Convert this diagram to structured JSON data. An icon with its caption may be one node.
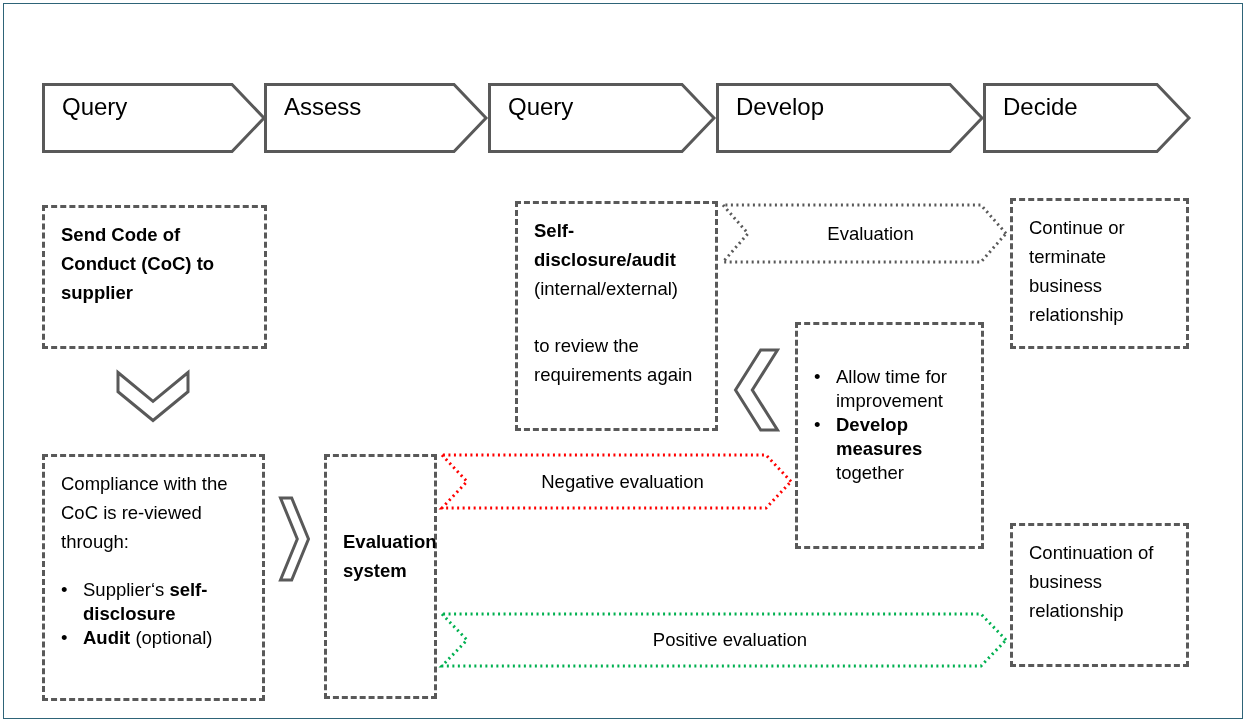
{
  "diagram": {
    "nodes": [
      {
        "text": [
          "Query"
        ]
      },
      {
        "text": [
          "Assess"
        ]
      },
      {
        "text": [
          "Query"
        ]
      },
      {
        "text": [
          "Develop"
        ]
      },
      {
        "text": [
          "Decide"
        ]
      },
      {
        "text": [
          "Send Code of Conduct (CoC) to supplier"
        ]
      },
      {
        "text": [
          "Compliance with the CoC is re-viewed through:",
          "• Supplier‘s **self-disclosure**",
          "• **Audit** (optional)"
        ]
      },
      {
        "text": [
          "Evaluation system"
        ]
      },
      {
        "text": [
          "**Self-disclosure/audit** (internal/external)",
          "to review the requirements again"
        ]
      },
      {
        "text": [
          "• Allow time for improvement",
          "• **Develop measures** together"
        ]
      },
      {
        "text": [
          "Continue or terminate business relationship"
        ]
      },
      {
        "text": [
          "Continuation of business relationship"
        ]
      }
    ],
    "edges": [
      {
        "from": 5,
        "to": 6,
        "arrow": "to"
      },
      {
        "from": 6,
        "to": 7,
        "arrow": "to"
      },
      {
        "from": 9,
        "to": 8,
        "arrow": "to"
      },
      {
        "from": 8,
        "to": 10,
        "arrow": "to",
        "label": "Evaluation",
        "style": "dashed"
      },
      {
        "from": 7,
        "to": 9,
        "arrow": "to",
        "label": "Negative evaluation",
        "style": "dashed",
        "color": "#ff0000"
      },
      {
        "from": 7,
        "to": 11,
        "arrow": "to",
        "label": "Positive evaluation",
        "style": "dashed",
        "color": "#00b050"
      }
    ]
  }
}
